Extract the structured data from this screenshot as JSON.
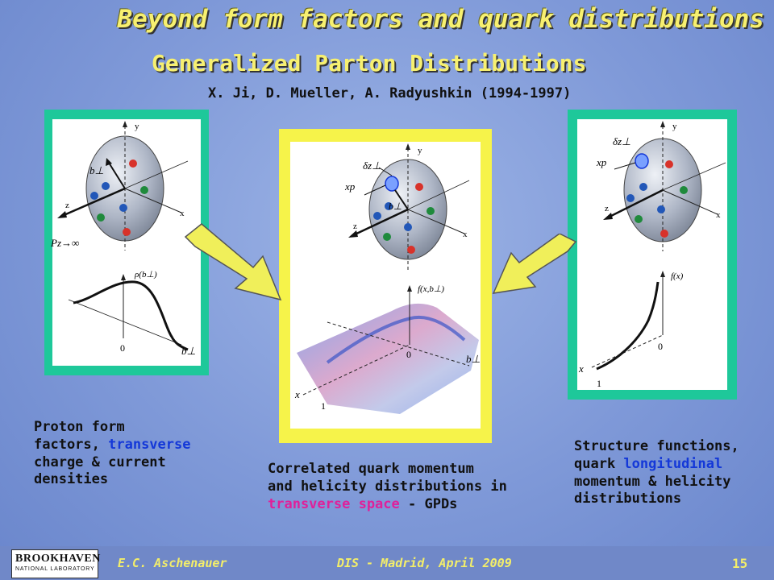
{
  "slide": {
    "title": "Beyond form factors and quark distributions",
    "subtitle": "Generalized Parton Distributions",
    "authors": "X. Ji,  D. Mueller, A. Radyushkin (1994-1997)"
  },
  "left_panel": {
    "labels": {
      "y": "y",
      "z": "z",
      "x": "x",
      "b": "b⊥",
      "pz": "Pz→∞",
      "rho": "ρ(b⊥)",
      "zero": "0",
      "baxis": "b⊥"
    }
  },
  "center_panel": {
    "labels": {
      "y": "y",
      "z": "z",
      "x": "x",
      "dz": "δz⊥",
      "xp": "xp",
      "b": "b⊥",
      "f": "f(x,b⊥)",
      "zero": "0",
      "baxis": "b⊥",
      "xaxis": "x",
      "one": "1"
    }
  },
  "right_panel": {
    "labels": {
      "y": "y",
      "z": "z",
      "x": "x",
      "dz": "δz⊥",
      "xp": "xp",
      "f": "f(x)",
      "zero": "0",
      "xaxis": "x",
      "one": "1"
    }
  },
  "captions": {
    "left": {
      "l1": "Proton form",
      "l2a": "factors, ",
      "l2b": "transverse",
      "l3": "charge & current",
      "l4": "densities"
    },
    "center": {
      "l1": "Correlated quark momentum",
      "l2": "and helicity distributions in",
      "l3a": "transverse space",
      "l3b": " - GPDs"
    },
    "right": {
      "l1": "Structure functions,",
      "l2a": "quark ",
      "l2b": "longitudinal",
      "l3": "momentum & helicity",
      "l4": "distributions"
    }
  },
  "footer": {
    "logo_main": "BROOKHAVEN",
    "logo_sub": "NATIONAL LABORATORY",
    "author": "E.C. Aschenauer",
    "conference": "DIS - Madrid, April 2009",
    "page": "15"
  },
  "colors": {
    "title": "#f7f070",
    "frame_green": "#1ec89a",
    "frame_yellow": "#f6f34a",
    "arrow_yellow": "#f0ef5a",
    "accent_blue": "#1438d8",
    "accent_pink": "#e0209a"
  }
}
